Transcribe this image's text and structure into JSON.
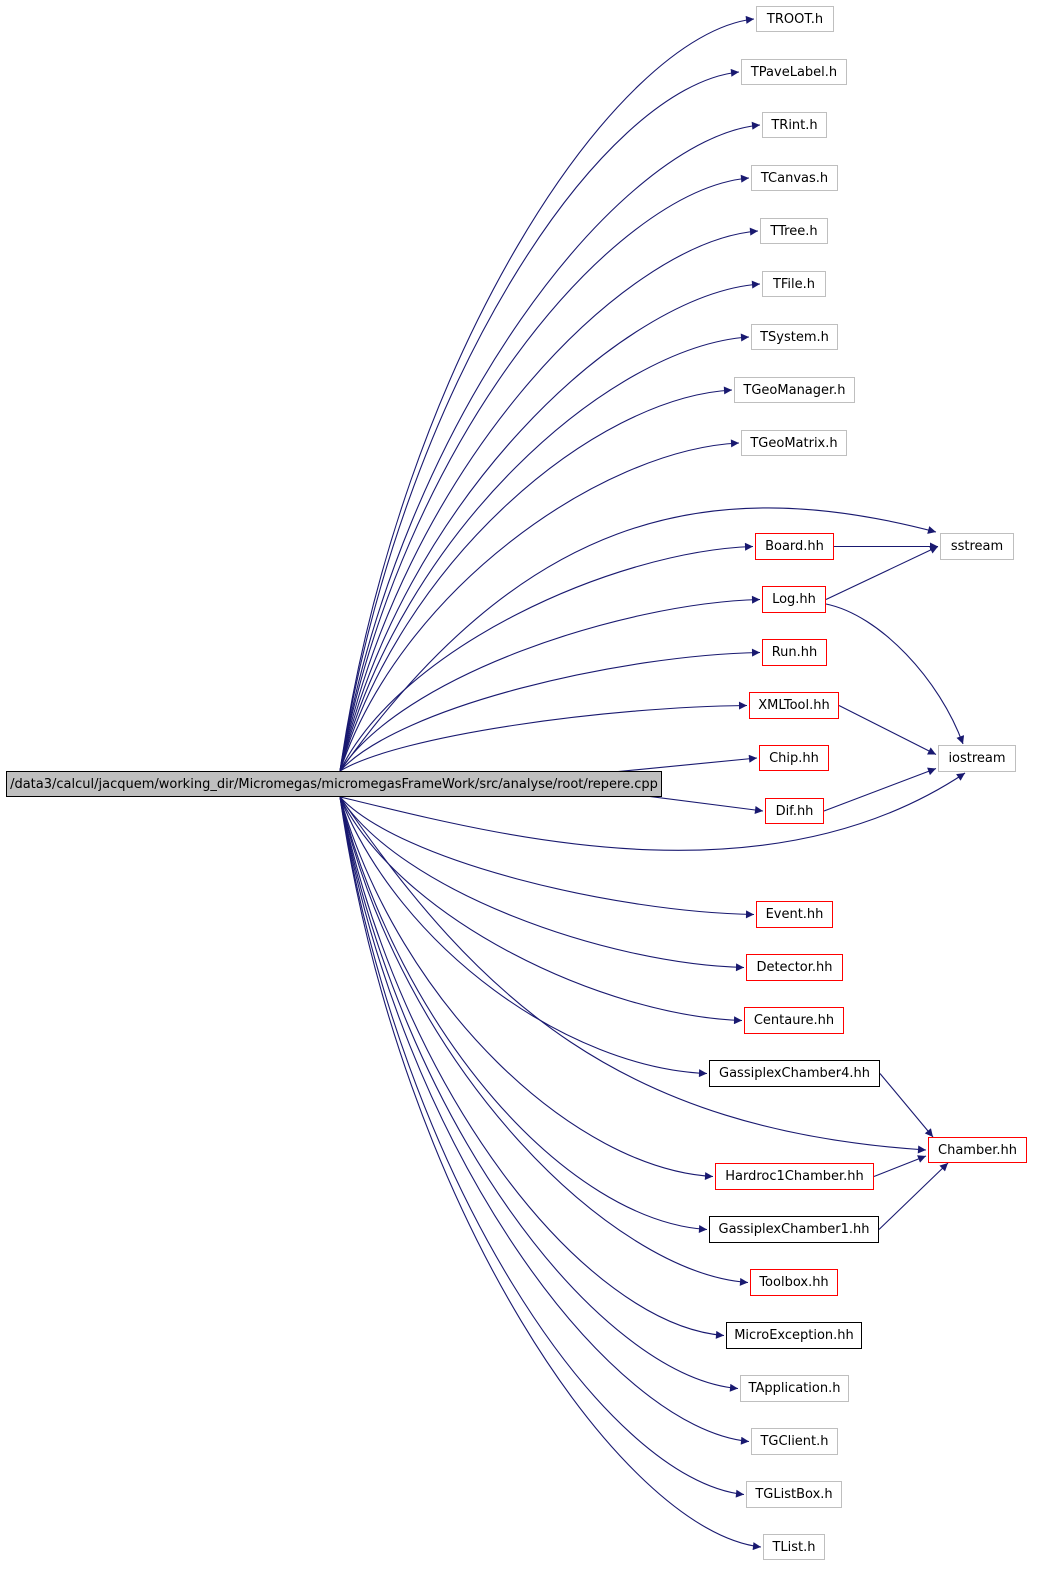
{
  "root": {
    "label": "/data3/calcul/jacquem/working_dir/Micromegas/micromegasFrameWork/src/analyse/root/repere.cpp"
  },
  "nodes": [
    {
      "id": "troot",
      "label": "TROOT.h",
      "style": "grey"
    },
    {
      "id": "tpavelabel",
      "label": "TPaveLabel.h",
      "style": "grey"
    },
    {
      "id": "trint",
      "label": "TRint.h",
      "style": "grey"
    },
    {
      "id": "tcanvas",
      "label": "TCanvas.h",
      "style": "grey"
    },
    {
      "id": "ttree",
      "label": "TTree.h",
      "style": "grey"
    },
    {
      "id": "tfile",
      "label": "TFile.h",
      "style": "grey"
    },
    {
      "id": "tsystem",
      "label": "TSystem.h",
      "style": "grey"
    },
    {
      "id": "tgeomanager",
      "label": "TGeoManager.h",
      "style": "grey"
    },
    {
      "id": "tgeomatrix",
      "label": "TGeoMatrix.h",
      "style": "grey"
    },
    {
      "id": "board",
      "label": "Board.hh",
      "style": "red"
    },
    {
      "id": "log",
      "label": "Log.hh",
      "style": "red"
    },
    {
      "id": "run",
      "label": "Run.hh",
      "style": "red"
    },
    {
      "id": "xmltool",
      "label": "XMLTool.hh",
      "style": "red"
    },
    {
      "id": "chip",
      "label": "Chip.hh",
      "style": "red"
    },
    {
      "id": "dif",
      "label": "Dif.hh",
      "style": "red"
    },
    {
      "id": "event",
      "label": "Event.hh",
      "style": "red"
    },
    {
      "id": "detector",
      "label": "Detector.hh",
      "style": "red"
    },
    {
      "id": "centaure",
      "label": "Centaure.hh",
      "style": "red"
    },
    {
      "id": "gassiplex4",
      "label": "GassiplexChamber4.hh",
      "style": "black"
    },
    {
      "id": "hardroc1",
      "label": "Hardroc1Chamber.hh",
      "style": "red"
    },
    {
      "id": "gassiplex1",
      "label": "GassiplexChamber1.hh",
      "style": "black"
    },
    {
      "id": "toolbox",
      "label": "Toolbox.hh",
      "style": "red"
    },
    {
      "id": "microexception",
      "label": "MicroException.hh",
      "style": "black"
    },
    {
      "id": "tapplication",
      "label": "TApplication.h",
      "style": "grey"
    },
    {
      "id": "tgclient",
      "label": "TGClient.h",
      "style": "grey"
    },
    {
      "id": "tglistbox",
      "label": "TGListBox.h",
      "style": "grey"
    },
    {
      "id": "tlist",
      "label": "TList.h",
      "style": "grey"
    },
    {
      "id": "sstream",
      "label": "sstream",
      "style": "grey"
    },
    {
      "id": "iostream",
      "label": "iostream",
      "style": "grey"
    },
    {
      "id": "chamber",
      "label": "Chamber.hh",
      "style": "red"
    }
  ],
  "edges": [
    [
      "root",
      "troot"
    ],
    [
      "root",
      "tpavelabel"
    ],
    [
      "root",
      "trint"
    ],
    [
      "root",
      "tcanvas"
    ],
    [
      "root",
      "ttree"
    ],
    [
      "root",
      "tfile"
    ],
    [
      "root",
      "tsystem"
    ],
    [
      "root",
      "tgeomanager"
    ],
    [
      "root",
      "tgeomatrix"
    ],
    [
      "root",
      "sstream"
    ],
    [
      "root",
      "board"
    ],
    [
      "root",
      "log"
    ],
    [
      "root",
      "run"
    ],
    [
      "root",
      "xmltool"
    ],
    [
      "root",
      "chip"
    ],
    [
      "root",
      "dif"
    ],
    [
      "root",
      "iostream"
    ],
    [
      "root",
      "event"
    ],
    [
      "root",
      "detector"
    ],
    [
      "root",
      "centaure"
    ],
    [
      "root",
      "gassiplex4"
    ],
    [
      "root",
      "chamber"
    ],
    [
      "root",
      "hardroc1"
    ],
    [
      "root",
      "gassiplex1"
    ],
    [
      "root",
      "toolbox"
    ],
    [
      "root",
      "microexception"
    ],
    [
      "root",
      "tapplication"
    ],
    [
      "root",
      "tgclient"
    ],
    [
      "root",
      "tglistbox"
    ],
    [
      "root",
      "tlist"
    ],
    [
      "board",
      "sstream"
    ],
    [
      "log",
      "sstream"
    ],
    [
      "log",
      "iostream"
    ],
    [
      "xmltool",
      "iostream"
    ],
    [
      "dif",
      "iostream"
    ],
    [
      "gassiplex4",
      "chamber"
    ],
    [
      "hardroc1",
      "chamber"
    ],
    [
      "gassiplex1",
      "chamber"
    ]
  ],
  "colors": {
    "edge": "#191970",
    "grey_border": "#bfbfbf",
    "red_border": "#ff0000",
    "black_border": "#000000",
    "root_fill": "#bfbfbf"
  }
}
